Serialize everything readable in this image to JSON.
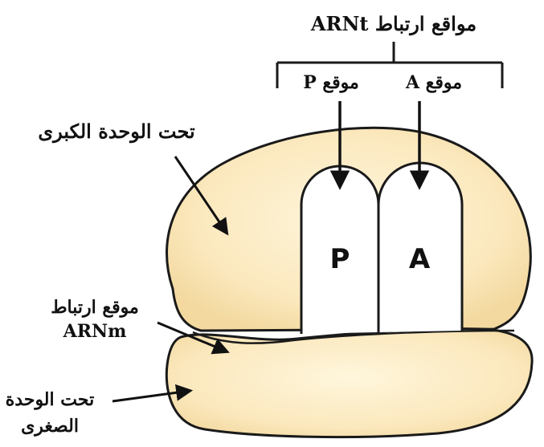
{
  "colors": {
    "subunit_fill_center": "#fff6dc",
    "subunit_fill_edge": "#f3d9a0",
    "site_fill": "#ffffff",
    "outline": "#1a1a1a"
  },
  "labels": {
    "trna_binding_sites": "مواقع ارتباط ARNt",
    "site_p_label": "موقع P",
    "site_a_label": "موقع A",
    "large_subunit": "تحت الوحدة الكبرى",
    "mrna_binding_site_line1": "موقع ارتباط",
    "mrna_binding_site_line2": "ARNm",
    "small_subunit_line1": "تحت الوحدة",
    "small_subunit_line2": "الصغرى",
    "site_p_letter": "P",
    "site_a_letter": "A"
  }
}
